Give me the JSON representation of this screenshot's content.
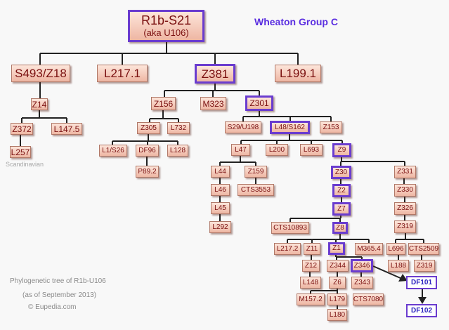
{
  "title": "Wheaton Group C",
  "root": {
    "main": "R1b-S21",
    "sub": "(aka U106)"
  },
  "nodes": {
    "s493": "S493/Z18",
    "l217_1": "L217.1",
    "z381": "Z381",
    "l199_1": "L199.1",
    "z14": "Z14",
    "z372": "Z372",
    "l147_5": "L147.5",
    "l257": "L257",
    "z156": "Z156",
    "m323": "M323",
    "z301": "Z301",
    "z305": "Z305",
    "l732": "L732",
    "l1_s26": "L1/S26",
    "df96": "DF96",
    "l128": "L128",
    "p89_2": "P89.2",
    "s29": "S29/U198",
    "l48": "L48/S162",
    "z153": "Z153",
    "l47": "L47",
    "l200": "L200",
    "l693": "L693",
    "z9": "Z9",
    "l44": "L44",
    "z159": "Z159",
    "l46": "L46",
    "cts3553": "CTS3553",
    "l45": "L45",
    "l292": "L292",
    "z30": "Z30",
    "z2": "Z2",
    "z7": "Z7",
    "z8": "Z8",
    "cts10893": "CTS10893",
    "z331": "Z331",
    "z330": "Z330",
    "z326": "Z326",
    "z319": "Z319",
    "l696": "L696",
    "cts2509": "CTS2509",
    "l188": "L188",
    "z319b": "Z319",
    "l217_2": "L217.2",
    "z11": "Z11",
    "z1": "Z1",
    "m365_4": "M365.4",
    "z12": "Z12",
    "z344": "Z344",
    "z346": "Z346",
    "l148": "L148",
    "z6": "Z6",
    "z343": "Z343",
    "m157_2": "M157.2",
    "l179": "L179",
    "cts7080": "CTS7080",
    "l180": "L180",
    "df101": "DF101",
    "df102": "DF102"
  },
  "scandinavian": "Scandinavian",
  "footnote": {
    "line1": "Phylogenetic tree of R1b-U106",
    "line2": "(as of September 2013)",
    "line3": "© Eupedia.com"
  }
}
